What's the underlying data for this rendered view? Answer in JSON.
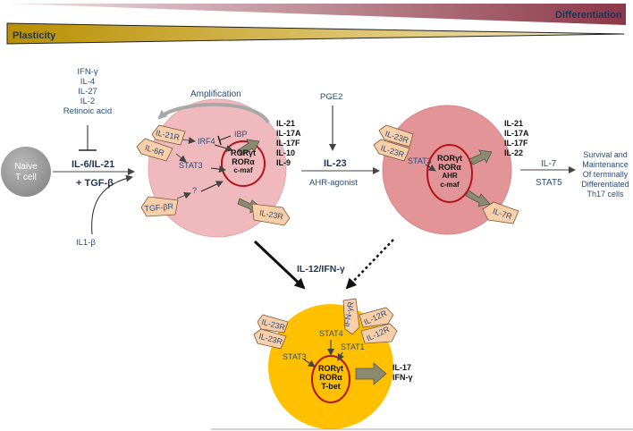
{
  "banners": {
    "differentiation": "Differentiation",
    "plasticity": "Plasticity"
  },
  "naive_cell": {
    "label_line1": "Naive",
    "label_line2": "T cell"
  },
  "inhibitors": [
    "IFN-γ",
    "IL-4",
    "IL-27",
    "IL-2",
    "Retinoic acid"
  ],
  "first_step": {
    "cytokines": "IL-6/IL-21",
    "tgf": "+ TGF-β",
    "il1": "IL1-β"
  },
  "amplification": "Amplification",
  "cell1": {
    "receptors": [
      "IL-21R",
      "IL-6R",
      "TGF-βR",
      "IL-23R"
    ],
    "signals": {
      "irf4": "IRF4",
      "ibp": "IBP",
      "stat3": "STAT3",
      "question": "?"
    },
    "nucleus": [
      "RORγt",
      "RORα",
      "c-maf"
    ],
    "outputs": [
      "IL-21",
      "IL-17A",
      "IL-17F",
      "IL-10",
      "IL-9"
    ]
  },
  "middle_step": {
    "pge2": "PGE2",
    "il23": "IL-23",
    "ahr": "AHR-agonist"
  },
  "cell2": {
    "receptors": [
      "IL-23R",
      "IL-23R",
      "IL-7R"
    ],
    "signals": {
      "stat3": "STAT3"
    },
    "nucleus": [
      "RORγt",
      "RORα",
      "AHR",
      "c-maf"
    ],
    "outputs": [
      "IL-21",
      "IL-17A",
      "IL-17F",
      "IL-22"
    ]
  },
  "last_step": {
    "il7": "IL-7",
    "stat5": "STAT5",
    "result": [
      "Survival and",
      "Maintenance",
      "Of terminally",
      "Differentiated",
      "Th17 cells"
    ]
  },
  "branch": "IL-12/IFN-γ",
  "cell3": {
    "receptors": [
      "IL-23R",
      "IL-23R",
      "IFN-γR",
      "IL-12R",
      "IL-12R"
    ],
    "signals": {
      "stat3": "STAT3",
      "stat4": "STAT4",
      "stat1": "STAT1"
    },
    "nucleus": [
      "RORγt",
      "RORα",
      "T-bet"
    ],
    "outputs": [
      "IL-17",
      "IFN-γ"
    ]
  },
  "colors": {
    "differentiation_dark": "#8c3848",
    "differentiation_light": "#e8d2d6",
    "plasticity_dark": "#b98f00",
    "plasticity_light": "#f6e6a8",
    "cell1": "#f0b9bd",
    "cell2": "#e29496",
    "cell3": "#ffc000",
    "nucleus_ring": "#b3141a",
    "receptor_fill": "#f8cfa8",
    "text_blue": "#2a4d7a"
  }
}
